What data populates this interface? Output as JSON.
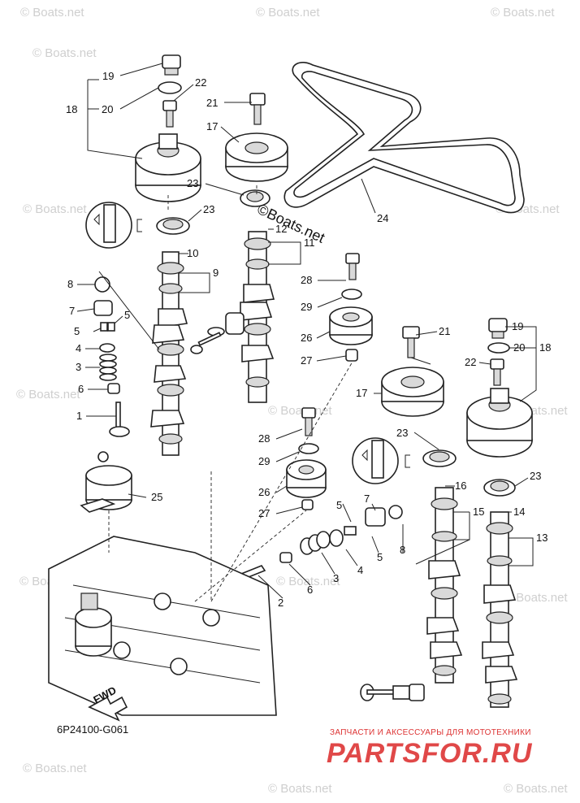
{
  "diagram_code": "6P24100-G061",
  "watermark": "© Boats.net",
  "watermark_center": "©Boats.net",
  "brand_tagline": "ЗАПЧАСТИ И АКСЕССУАРЫ ДЛЯ МОТОТЕХНИКИ",
  "brand_name": "PARTSFOR.RU",
  "fwd_label": "FWD",
  "callouts": {
    "c1a": "1",
    "c2": "2",
    "c3a": "3",
    "c3b": "3",
    "c4a": "4",
    "c4b": "4",
    "c5a": "5",
    "c5b": "5",
    "c5c": "5",
    "c5d": "5",
    "c6a": "6",
    "c6b": "6",
    "c7a": "7",
    "c7b": "7",
    "c8a": "8",
    "c8b": "8",
    "c9": "9",
    "c10": "10",
    "c11": "11",
    "c12": "12",
    "c13": "13",
    "c14": "14",
    "c15": "15",
    "c16": "16",
    "c17a": "17",
    "c17b": "17",
    "c18a": "18",
    "c18b": "18",
    "c19a": "19",
    "c19b": "19",
    "c20a": "20",
    "c20b": "20",
    "c21a": "21",
    "c21b": "21",
    "c22a": "22",
    "c22b": "22",
    "c23a": "23",
    "c23b": "23",
    "c23c": "23",
    "c23d": "23",
    "c24": "24",
    "c25": "25",
    "c26a": "26",
    "c26b": "26",
    "c27a": "27",
    "c27b": "27",
    "c28a": "28",
    "c28b": "28",
    "c29a": "29",
    "c29b": "29"
  }
}
